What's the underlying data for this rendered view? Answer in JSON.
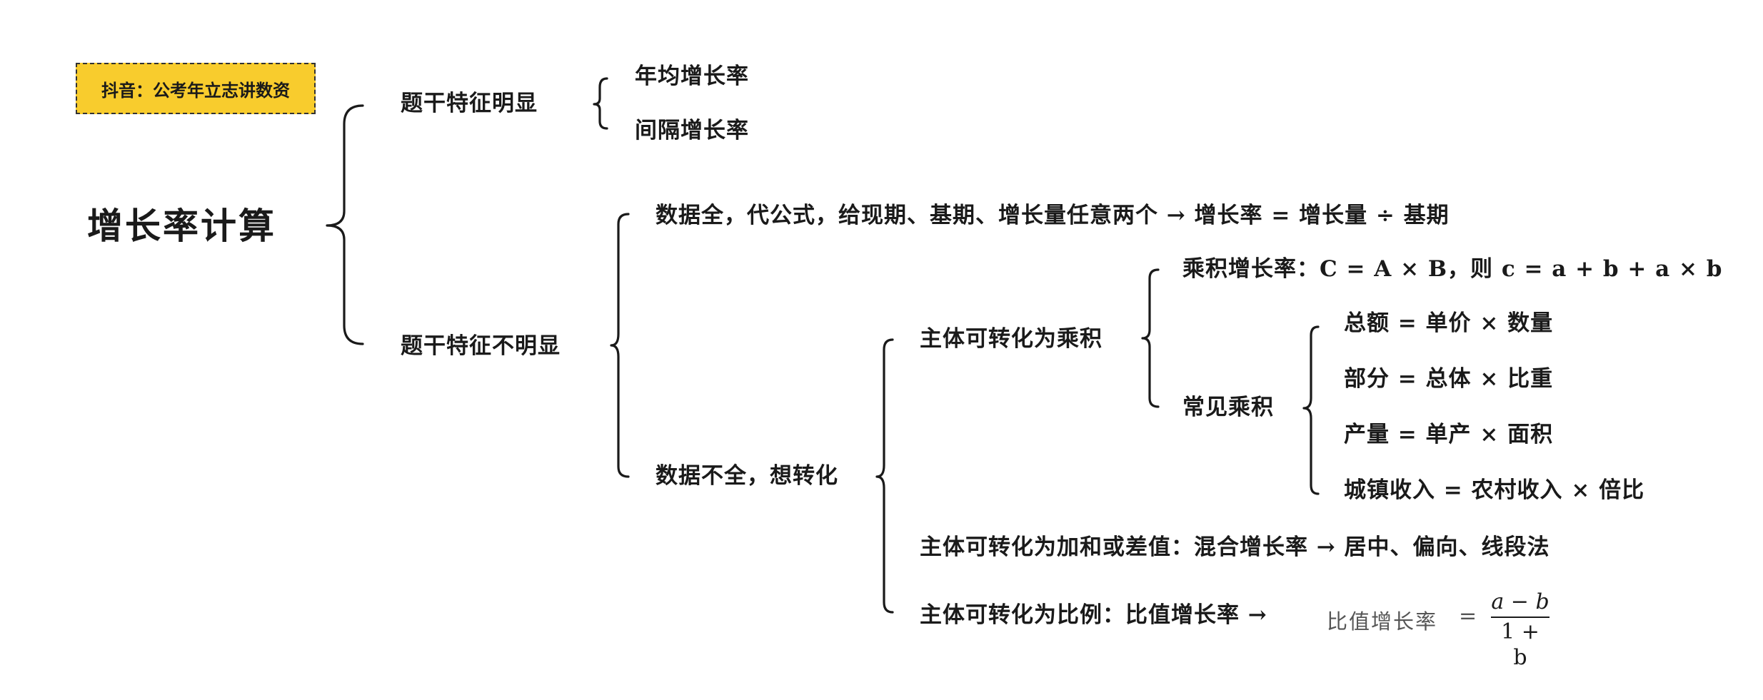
{
  "tag": {
    "text": "抖音：公考年立志讲数资",
    "color": "#f8cc2d"
  },
  "root": {
    "label": "增长率计算"
  },
  "branch_obvious": {
    "label": "题干特征明显",
    "items": [
      "年均增长率",
      "间隔增长率"
    ]
  },
  "branch_not_obvious": {
    "label": "题干特征不明显",
    "data_full": "数据全，代公式，给现期、基期、增长量任意两个 → 增长率 = 增长量 ÷ 基期",
    "data_partial": {
      "label": "数据不全，想转化",
      "product": {
        "label": "主体可转化为乘积",
        "product_rate": "乘积增长率：C = A × B，则 c = a + b + a × b",
        "common": {
          "label": "常见乘积",
          "items": [
            "总额 = 单价 × 数量",
            "部分 = 总体 × 比重",
            "产量 = 单产 × 面积",
            "城镇收入 = 农村收入 × 倍比"
          ]
        }
      },
      "sum_diff": "主体可转化为加和或差值：混合增长率 → 居中、偏向、线段法",
      "ratio": {
        "label": "主体可转化为比例：比值增长率 →",
        "formula_label": "比值增长率",
        "equals": "=",
        "numerator": "a − b",
        "denominator": "1 + b"
      }
    }
  }
}
